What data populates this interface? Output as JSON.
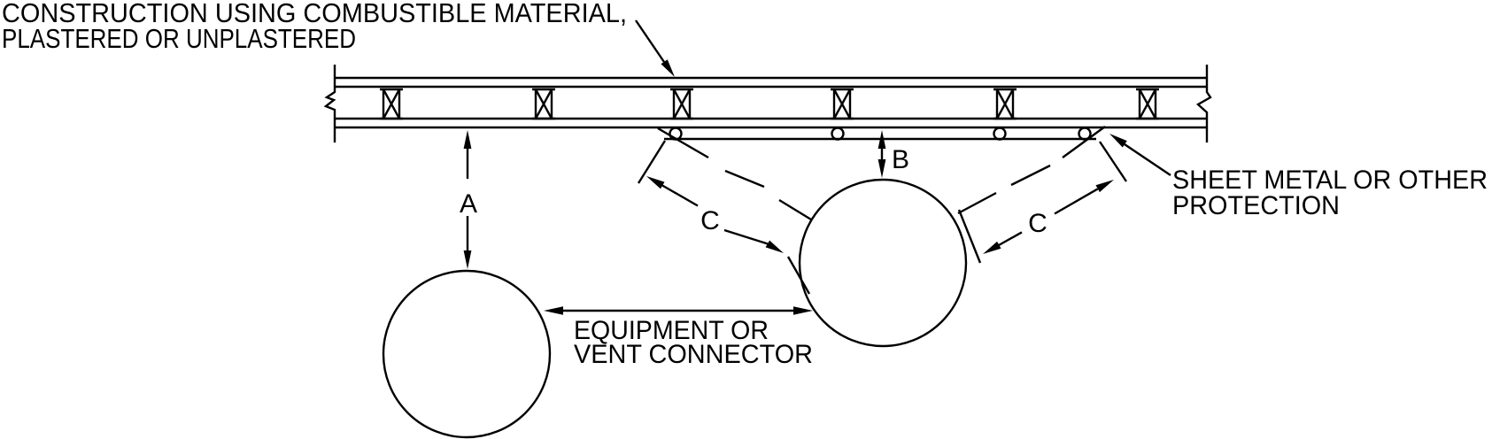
{
  "title": {
    "line1": "CONSTRUCTION USING COMBUSTIBLE MATERIAL,",
    "line2": "PLASTERED OR UNPLASTERED"
  },
  "labels": {
    "sheet_metal": {
      "line1": "SHEET METAL OR OTHER",
      "line2": "PROTECTION"
    },
    "equipment": {
      "line1": "EQUIPMENT OR",
      "line2": "VENT CONNECTOR"
    }
  },
  "dimensions": {
    "a": "A",
    "b": "B",
    "c_left": "C",
    "c_right": "C"
  },
  "colors": {
    "line": "#000000",
    "background": "#ffffff"
  }
}
